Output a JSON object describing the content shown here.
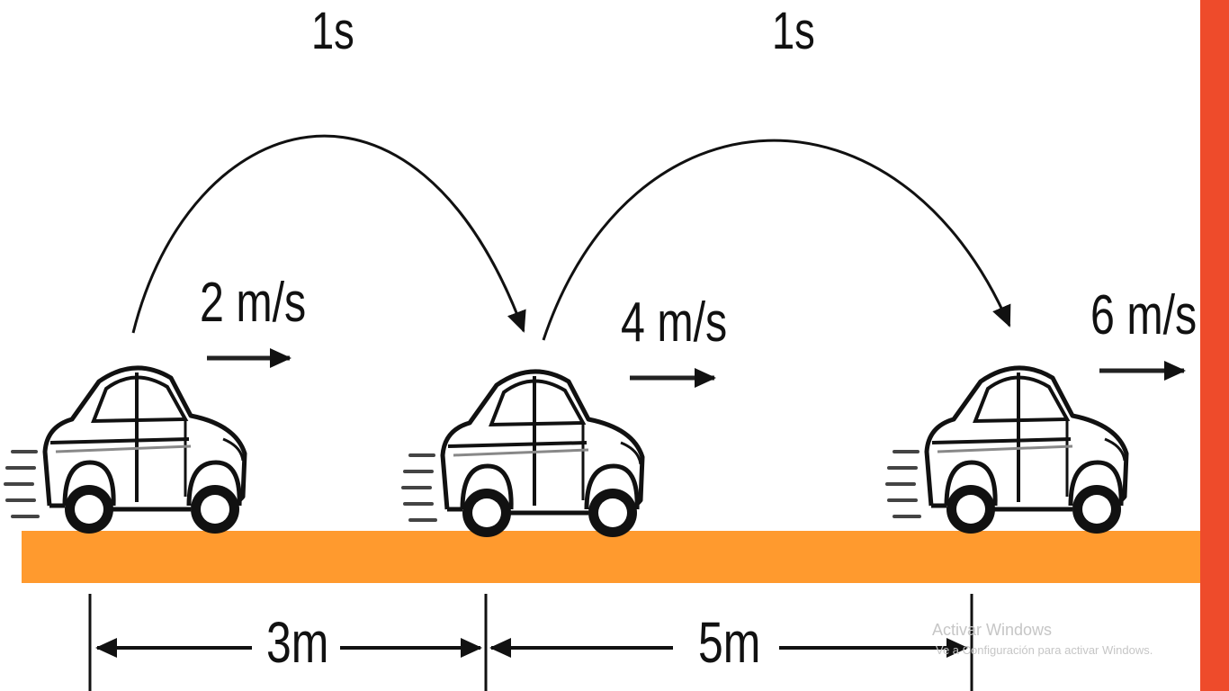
{
  "colors": {
    "road": "#FF9A2E",
    "right_bar": "#EE4B2B",
    "ink": "#111111"
  },
  "time_labels": [
    "1s",
    "1s"
  ],
  "speed_labels": [
    "2 m/s",
    "4 m/s",
    "6 m/s"
  ],
  "distance_labels": [
    "3m",
    "5m"
  ],
  "watermark": {
    "title": "Activar Windows",
    "subtitle": "Ve a Configuración para activar Windows."
  }
}
